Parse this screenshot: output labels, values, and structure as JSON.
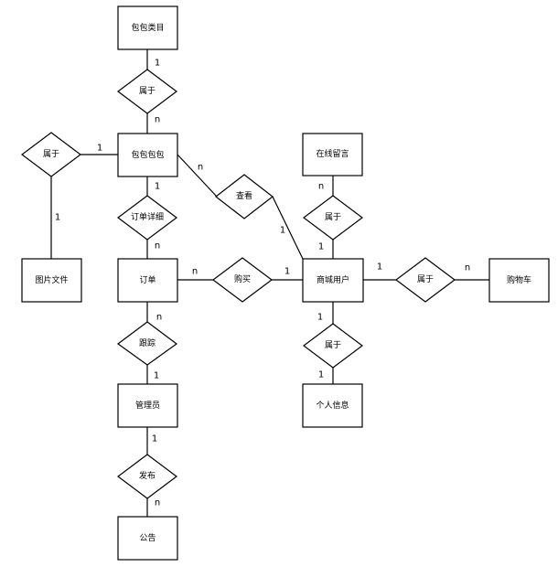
{
  "entities": [
    {
      "id": "bag_category",
      "label": "包包类目"
    },
    {
      "id": "bag",
      "label": "包包包包"
    },
    {
      "id": "image_file",
      "label": "图片文件"
    },
    {
      "id": "order",
      "label": "订单"
    },
    {
      "id": "admin",
      "label": "管理员"
    },
    {
      "id": "notice",
      "label": "公告"
    },
    {
      "id": "message",
      "label": "在线留言"
    },
    {
      "id": "user",
      "label": "商城用户"
    },
    {
      "id": "cart",
      "label": "购物车"
    },
    {
      "id": "profile",
      "label": "个人信息"
    }
  ],
  "relations": [
    {
      "id": "r1",
      "label": "属于"
    },
    {
      "id": "r2",
      "label": "属于"
    },
    {
      "id": "r3",
      "label": "订单详细"
    },
    {
      "id": "r4",
      "label": "查看"
    },
    {
      "id": "r5",
      "label": "购买"
    },
    {
      "id": "r6",
      "label": "跟踪"
    },
    {
      "id": "r7",
      "label": "发布"
    },
    {
      "id": "r8",
      "label": "属于"
    },
    {
      "id": "r9",
      "label": "属于"
    },
    {
      "id": "r10",
      "label": "属于"
    }
  ],
  "cardinalities": {
    "c1": "1",
    "c2": "n",
    "c3": "1",
    "c4": "1",
    "c5": "1",
    "c6": "n",
    "c7": "n",
    "c8": "1",
    "c9": "n",
    "c10": "1",
    "c11": "n",
    "c12": "1",
    "c13": "1",
    "c14": "n",
    "c15": "n",
    "c16": "1",
    "c17": "1",
    "c18": "n",
    "c19": "1",
    "c20": "1"
  }
}
